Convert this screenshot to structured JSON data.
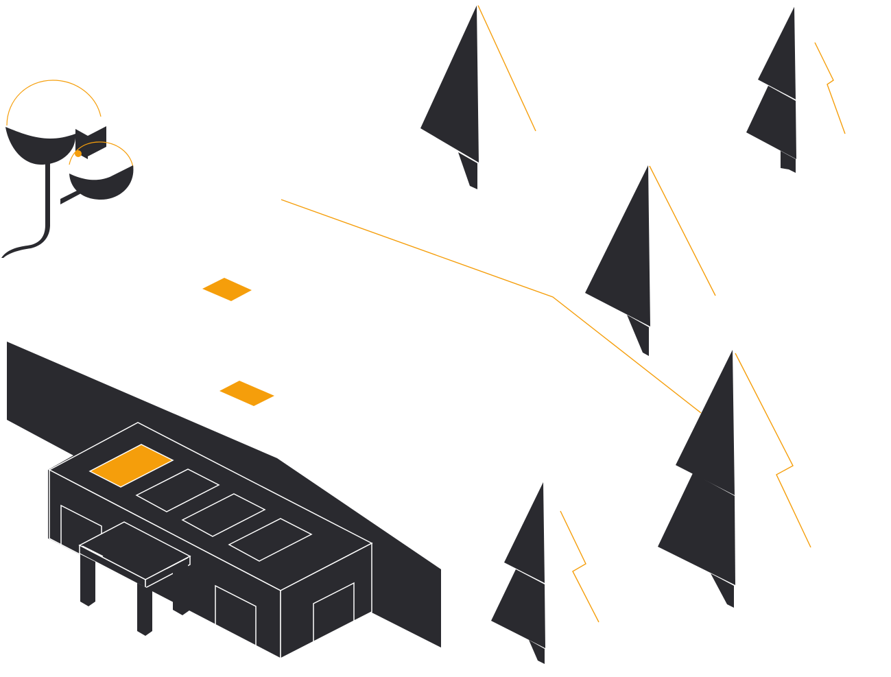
{
  "scene": {
    "description_visible_text": "",
    "colors": {
      "background": "#ffffff",
      "dark": "#2a2a2f",
      "accent": "#f59e0b",
      "line": "#ffffff"
    },
    "objects": [
      "isometric-building",
      "pine-tree",
      "round-tree",
      "accent-tile",
      "path-line"
    ]
  }
}
